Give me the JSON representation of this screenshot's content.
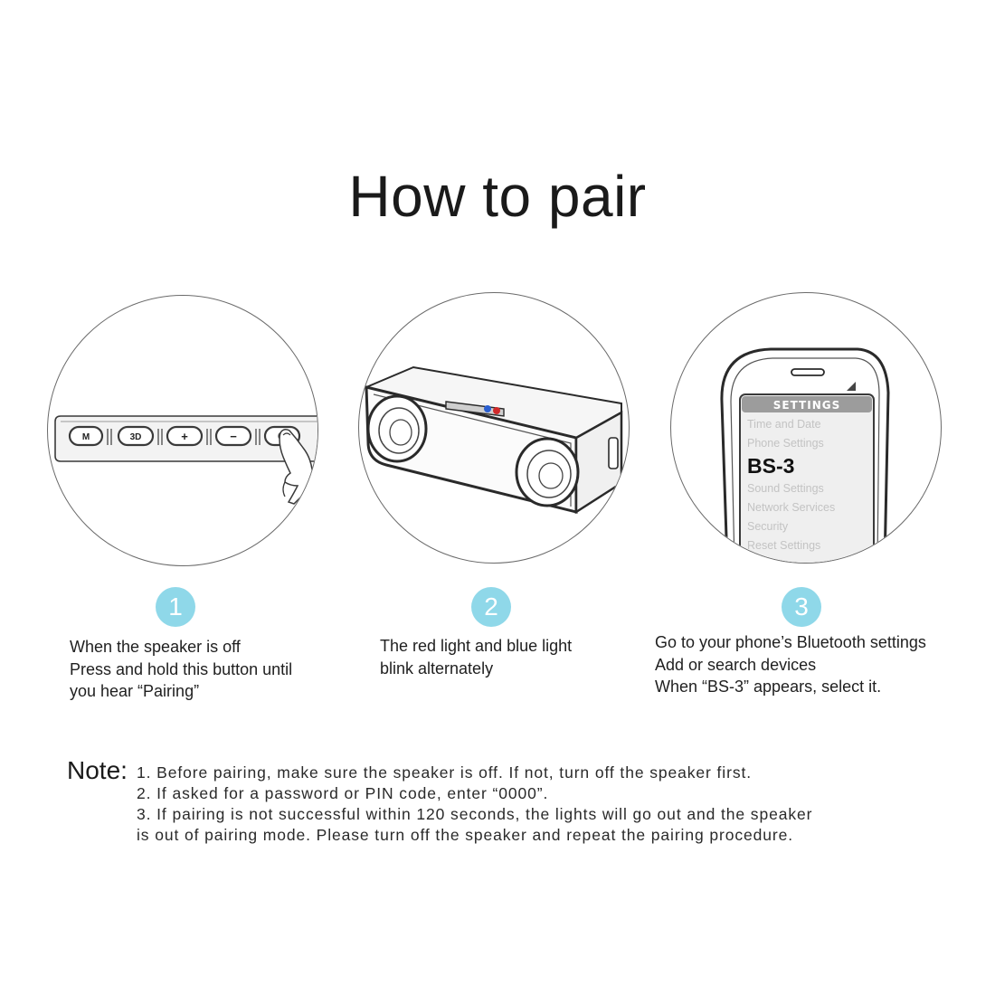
{
  "title": "How to pair",
  "steps": [
    {
      "number": "1",
      "lines": [
        "When the speaker is off",
        "Press and hold this button until",
        "you hear “Pairing”"
      ],
      "illustration": {
        "buttons": [
          "M",
          "3D",
          "+",
          "−"
        ]
      }
    },
    {
      "number": "2",
      "lines": [
        "The red light and blue light",
        "blink alternately"
      ],
      "illustration": {
        "led_colors": {
          "blue": "#2a5fd0",
          "red": "#d02a2a"
        }
      }
    },
    {
      "number": "3",
      "lines": [
        "Go to your phone’s Bluetooth settings",
        "Add or search devices",
        "When “BS-3” appears, select it."
      ],
      "illustration": {
        "screen_header": "SETTINGS",
        "menu_items": [
          "Time and Date",
          "Phone Settings",
          "BS-3",
          "Sound Settings",
          "Network Services",
          "Security",
          "Reset Settings"
        ],
        "highlighted_item": "BS-3"
      }
    }
  ],
  "note": {
    "label": "Note:",
    "lines": [
      "1. Before pairing, make sure the speaker is off. If not, turn off the speaker first.",
      "2. If asked for a password or PIN code, enter “0000”.",
      "3. If pairing is not successful within 120 seconds, the lights will go out and the speaker",
      "is out of pairing mode. Please turn off the speaker and repeat the pairing procedure."
    ]
  },
  "colors": {
    "badge": "#8fd8e9",
    "line_art": "#3a3a3a",
    "text": "#1a1a1a"
  }
}
